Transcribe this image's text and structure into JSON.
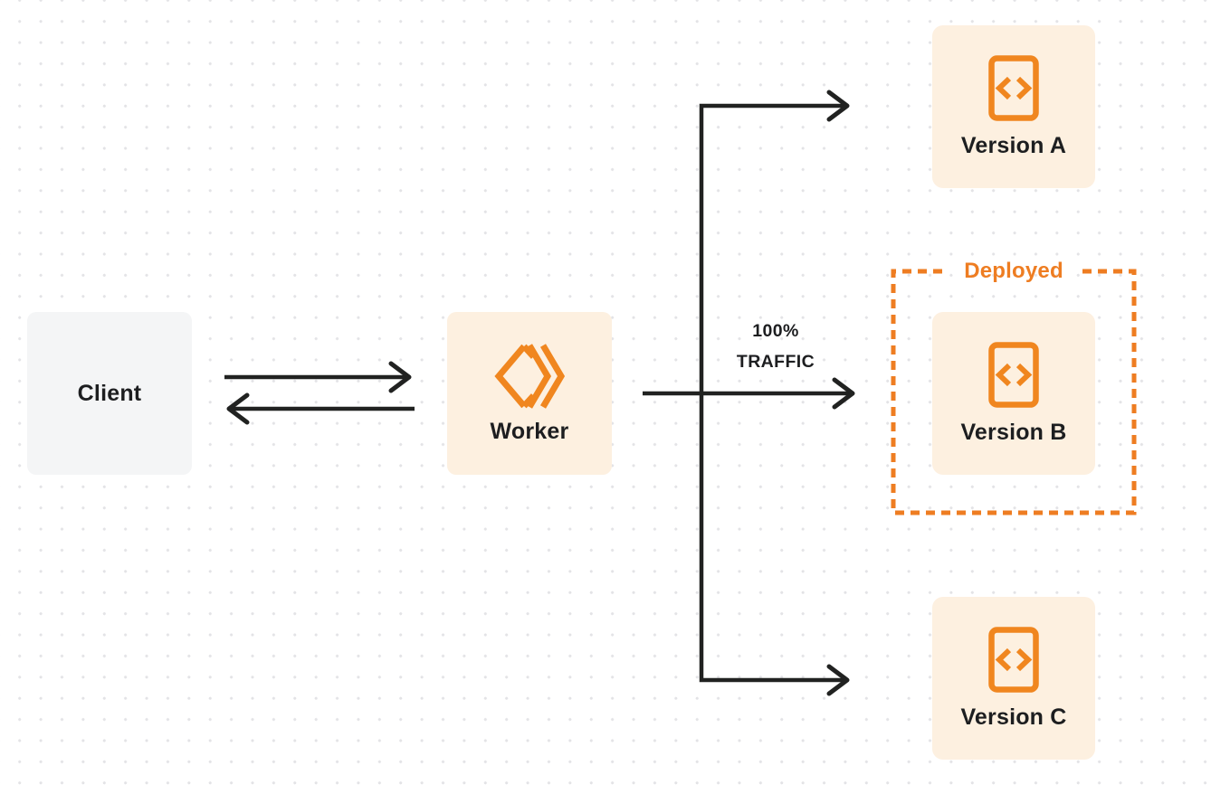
{
  "diagram": {
    "nodes": {
      "client": {
        "label": "Client"
      },
      "worker": {
        "label": "Worker"
      },
      "version_a": {
        "label": "Version A"
      },
      "version_b": {
        "label": "Version B"
      },
      "version_c": {
        "label": "Version C"
      }
    },
    "deployed_group": {
      "label": "Deployed"
    },
    "traffic_label": {
      "line1": "100%",
      "line2": "TRAFFIC"
    },
    "icons": {
      "worker_icon": "cloudflare-workers-logo",
      "version_icon": "code-file-icon"
    },
    "colors": {
      "accent_orange": "#EE7D22",
      "icon_orange": "#F0861F",
      "node_cream": "#FDF0E0",
      "client_gray": "#F4F5F6",
      "connector_dark": "#212221",
      "text_dark": "#1D1E20",
      "dot_grid": "#E3E3E6"
    }
  }
}
